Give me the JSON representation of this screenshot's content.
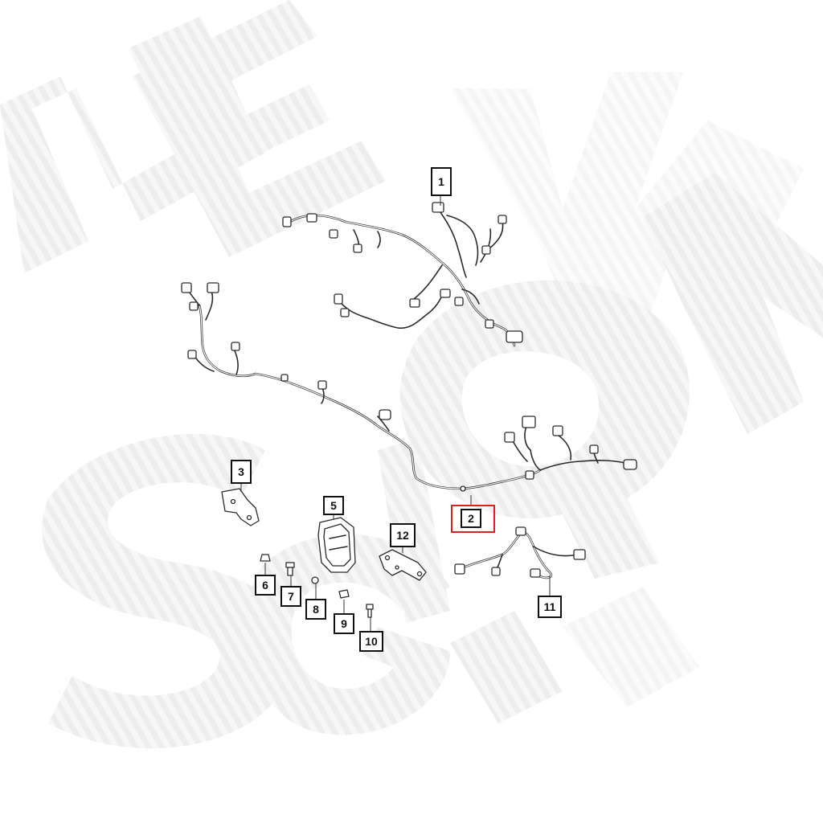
{
  "watermark": {
    "text": "NEW SIGN",
    "color": "#ececec"
  },
  "highlight_color": "#e02020",
  "callouts": [
    {
      "id": "c1",
      "label": "1",
      "highlighted": false
    },
    {
      "id": "c2",
      "label": "2",
      "highlighted": true
    },
    {
      "id": "c3",
      "label": "3",
      "highlighted": false
    },
    {
      "id": "c5",
      "label": "5",
      "highlighted": false
    },
    {
      "id": "c6",
      "label": "6",
      "highlighted": false
    },
    {
      "id": "c7",
      "label": "7",
      "highlighted": false
    },
    {
      "id": "c8",
      "label": "8",
      "highlighted": false
    },
    {
      "id": "c9",
      "label": "9",
      "highlighted": false
    },
    {
      "id": "c10",
      "label": "10",
      "highlighted": false
    },
    {
      "id": "c11",
      "label": "11",
      "highlighted": false
    },
    {
      "id": "c12",
      "label": "12",
      "highlighted": false
    }
  ]
}
